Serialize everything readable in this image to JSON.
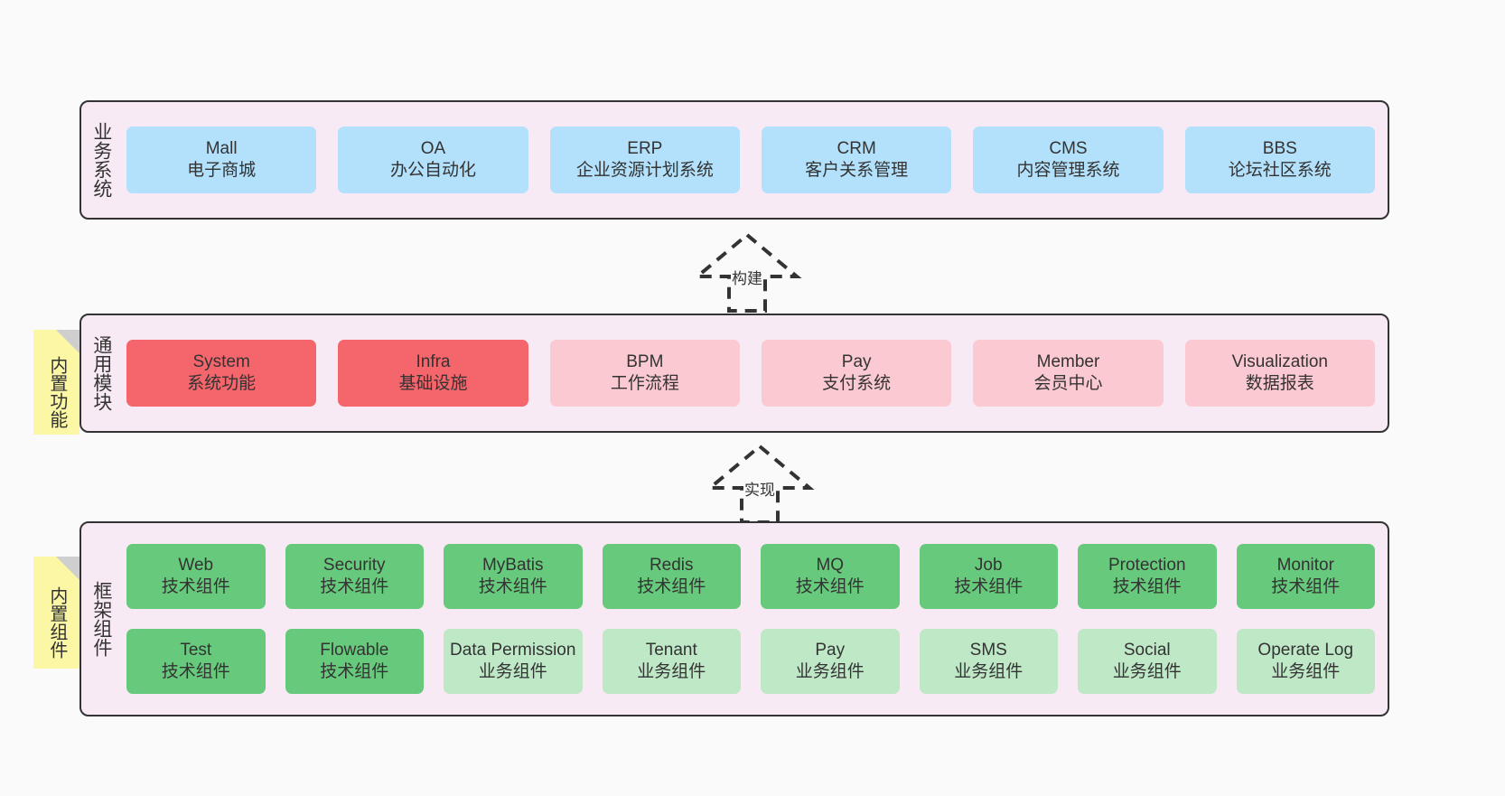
{
  "diagram": {
    "title_note_1": "内置功能",
    "title_note_2": "内置组件"
  },
  "layers": [
    {
      "id": "business-system",
      "label": "业务系统",
      "rows": [
        {
          "cells": [
            {
              "en": "Mall",
              "cn": "电子商城",
              "fill": "fill-blue"
            },
            {
              "en": "OA",
              "cn": "办公自动化",
              "fill": "fill-blue"
            },
            {
              "en": "ERP",
              "cn": "企业资源计划系统",
              "fill": "fill-blue"
            },
            {
              "en": "CRM",
              "cn": "客户关系管理",
              "fill": "fill-blue"
            },
            {
              "en": "CMS",
              "cn": "内容管理系统",
              "fill": "fill-blue"
            },
            {
              "en": "BBS",
              "cn": "论坛社区系统",
              "fill": "fill-blue"
            }
          ]
        }
      ]
    },
    {
      "id": "common-module",
      "label": "通用模块",
      "rows": [
        {
          "cells": [
            {
              "en": "System",
              "cn": "系统功能",
              "fill": "fill-red"
            },
            {
              "en": "Infra",
              "cn": "基础设施",
              "fill": "fill-red"
            },
            {
              "en": "BPM",
              "cn": "工作流程",
              "fill": "fill-pink"
            },
            {
              "en": "Pay",
              "cn": "支付系统",
              "fill": "fill-pink"
            },
            {
              "en": "Member",
              "cn": "会员中心",
              "fill": "fill-pink"
            },
            {
              "en": "Visualization",
              "cn": "数据报表",
              "fill": "fill-pink"
            }
          ]
        }
      ]
    },
    {
      "id": "framework-component",
      "label": "框架组件",
      "rows": [
        {
          "cells": [
            {
              "en": "Web",
              "cn": "技术组件",
              "fill": "fill-green"
            },
            {
              "en": "Security",
              "cn": "技术组件",
              "fill": "fill-green"
            },
            {
              "en": "MyBatis",
              "cn": "技术组件",
              "fill": "fill-green"
            },
            {
              "en": "Redis",
              "cn": "技术组件",
              "fill": "fill-green"
            },
            {
              "en": "MQ",
              "cn": "技术组件",
              "fill": "fill-green"
            },
            {
              "en": "Job",
              "cn": "技术组件",
              "fill": "fill-green"
            },
            {
              "en": "Protection",
              "cn": "技术组件",
              "fill": "fill-green"
            },
            {
              "en": "Monitor",
              "cn": "技术组件",
              "fill": "fill-green"
            }
          ]
        },
        {
          "cells": [
            {
              "en": "Test",
              "cn": "技术组件",
              "fill": "fill-green"
            },
            {
              "en": "Flowable",
              "cn": "技术组件",
              "fill": "fill-green"
            },
            {
              "en": "Data Permission",
              "cn": "业务组件",
              "fill": "fill-lightgreen",
              "wrap": true
            },
            {
              "en": "Tenant",
              "cn": "业务组件",
              "fill": "fill-lightgreen"
            },
            {
              "en": "Pay",
              "cn": "业务组件",
              "fill": "fill-lightgreen"
            },
            {
              "en": "SMS",
              "cn": "业务组件",
              "fill": "fill-lightgreen"
            },
            {
              "en": "Social",
              "cn": "业务组件",
              "fill": "fill-lightgreen"
            },
            {
              "en": "Operate Log",
              "cn": "业务组件",
              "fill": "fill-lightgreen"
            }
          ]
        }
      ]
    }
  ],
  "arrows": [
    {
      "id": "build",
      "label": "构建"
    },
    {
      "id": "implement",
      "label": "实现"
    }
  ],
  "colors": {
    "layer_background": "#f8eaf5",
    "layer_border": "#333333",
    "blue": "#b3e0fb",
    "red": "#f4656c",
    "pink": "#fbc9d1",
    "green": "#67c97c",
    "light_green": "#bfe8c7",
    "note_yellow": "#fbf7a5",
    "note_fold": "#cfcfcf",
    "page_background": "#fafafa"
  }
}
